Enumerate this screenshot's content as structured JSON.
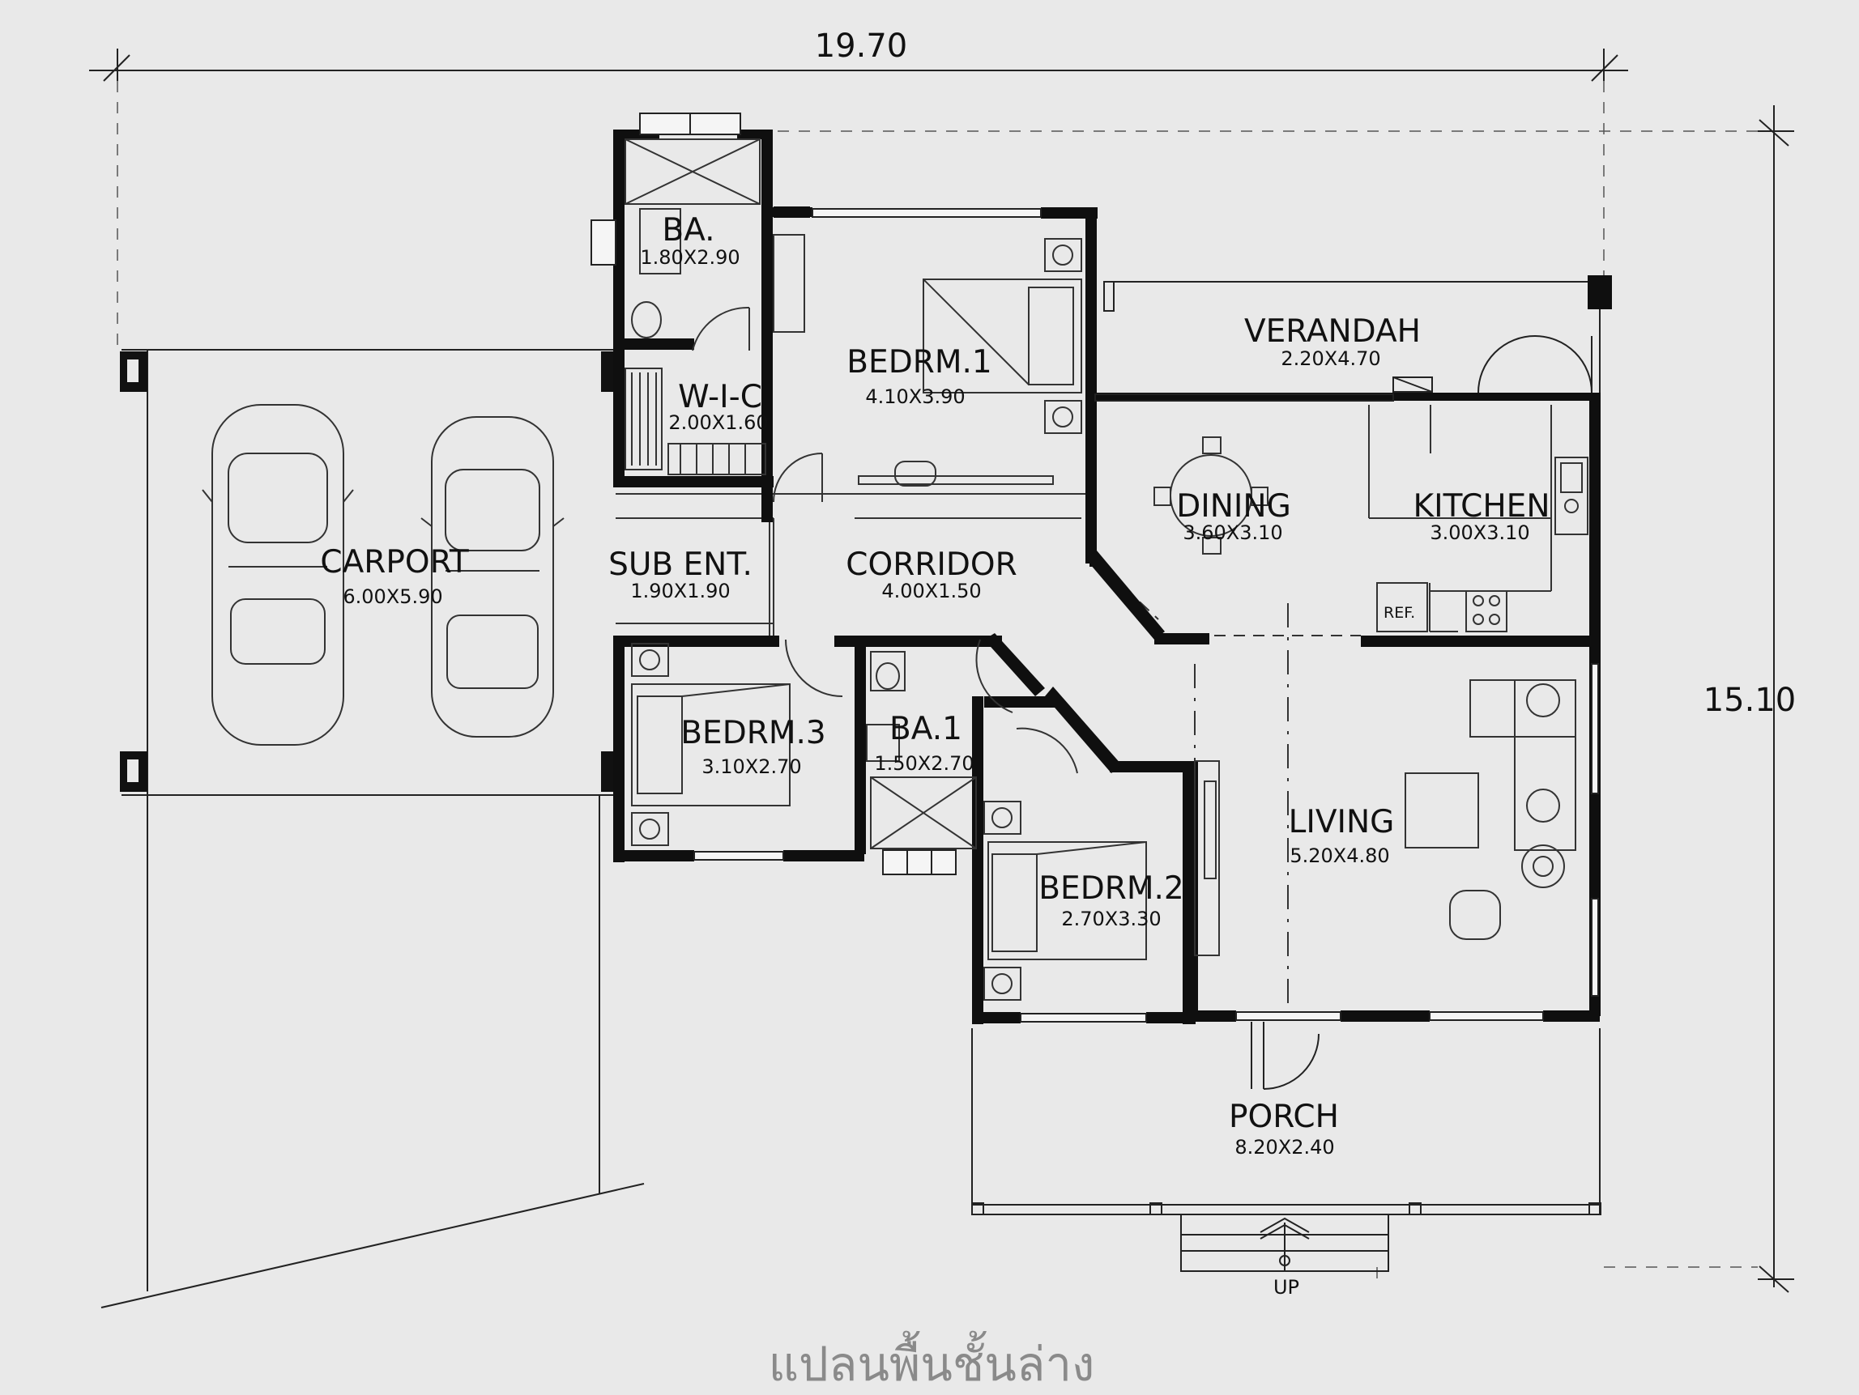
{
  "overall": {
    "width": "19.70",
    "depth": "15.10"
  },
  "rooms": {
    "ba": {
      "name": "BA.",
      "size": "1.80X2.90"
    },
    "wic": {
      "name": "W-I-C",
      "size": "2.00X1.60"
    },
    "bedrm1": {
      "name": "BEDRM.1",
      "size": "4.10X3.90"
    },
    "verandah": {
      "name": "VERANDAH",
      "size": "2.20X4.70"
    },
    "dining": {
      "name": "DINING",
      "size": "3.60X3.10"
    },
    "kitchen": {
      "name": "KITCHEN",
      "size": "3.00X3.10"
    },
    "carport": {
      "name": "CARPORT",
      "size": "6.00X5.90"
    },
    "subent": {
      "name": "SUB ENT.",
      "size": "1.90X1.90"
    },
    "corridor": {
      "name": "CORRIDOR",
      "size": "4.00X1.50"
    },
    "bedrm3": {
      "name": "BEDRM.3",
      "size": "3.10X2.70"
    },
    "ba1": {
      "name": "BA.1",
      "size": "1.50X2.70"
    },
    "bedrm2": {
      "name": "BEDRM.2",
      "size": "2.70X3.30"
    },
    "living": {
      "name": "LIVING",
      "size": "5.20X4.80"
    },
    "porch": {
      "name": "PORCH",
      "size": "8.20X2.40"
    }
  },
  "labels": {
    "ref": "REF.",
    "up": "UP"
  },
  "caption": "แปลนพื้นชั้นล่าง"
}
